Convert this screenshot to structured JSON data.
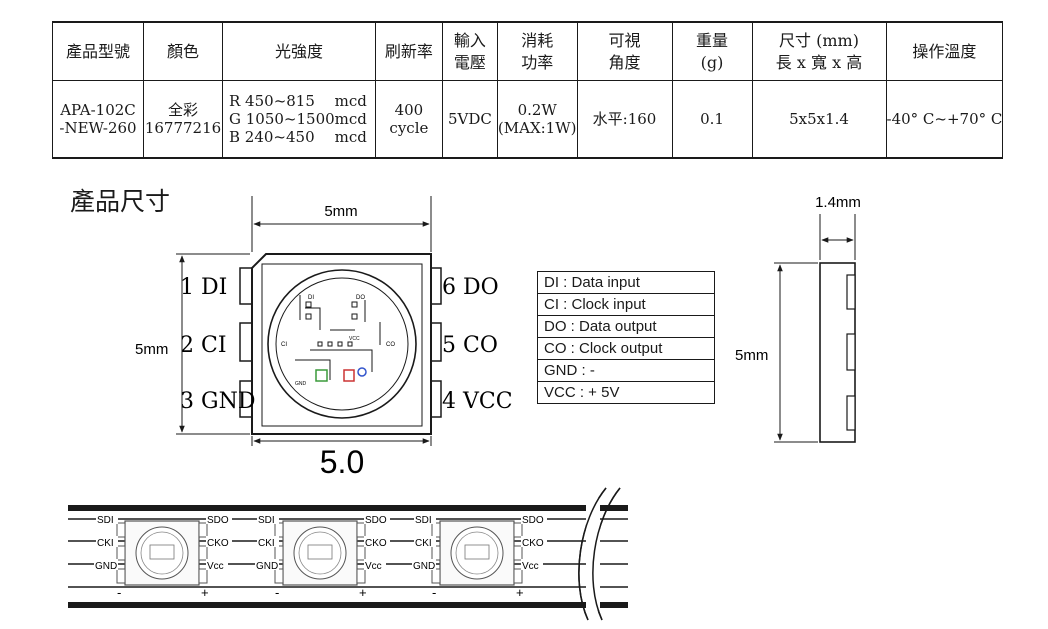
{
  "table": {
    "headers": [
      [
        "產品型號"
      ],
      [
        "顏色"
      ],
      [
        "光強度"
      ],
      [
        "刷新率"
      ],
      [
        "輸入",
        "電壓"
      ],
      [
        "消耗",
        "功率"
      ],
      [
        "可視",
        "角度"
      ],
      [
        "重量",
        "(g)"
      ],
      [
        "尺寸 (mm)",
        "長 x 寬 x 高"
      ],
      [
        "操作溫度"
      ]
    ],
    "model": [
      "APA-102C",
      "-NEW-260"
    ],
    "color": [
      "全彩",
      "16777216"
    ],
    "intensity": [
      {
        "label": "R 450~815",
        "unit": "mcd"
      },
      {
        "label": "G 1050~1500",
        "unit": "mcd"
      },
      {
        "label": "B 240~450",
        "unit": "mcd"
      }
    ],
    "refresh": [
      "400",
      "cycle"
    ],
    "voltage": "5VDC",
    "power": [
      "0.2W",
      "(MAX:1W)"
    ],
    "angle": "水平:160",
    "weight": "0.1",
    "size": "5x5x1.4",
    "temperature": "-40° C~+70° C"
  },
  "section_title": "產品尺寸",
  "dimensions": {
    "top_width": "5mm",
    "left_height": "5mm",
    "bottom_width": "5.0",
    "side_thickness": "1.4mm",
    "side_height": "5mm"
  },
  "pins": {
    "left": [
      "1 DI",
      "2 CI",
      "3 GND"
    ],
    "right": [
      "6 DO",
      "5 CO",
      "4 VCC"
    ]
  },
  "chip_labels": {
    "di": "DI",
    "do": "DO",
    "ci": "CI",
    "co": "CO",
    "gnd": "GND",
    "vcc": "VCC"
  },
  "legend": [
    "DI   : Data input",
    "CI   : Clock input",
    "DO : Data output",
    "CO : Clock output",
    "GND : -",
    "VCC : + 5V"
  ],
  "strip": {
    "left_labels": [
      "SDI",
      "CKI",
      "GND"
    ],
    "right_labels": [
      "SDO",
      "CKO",
      "Vcc"
    ],
    "minus": "-",
    "plus": "+"
  },
  "colors": {
    "line": "#1a1a1a",
    "chip_fill": "#fafafa",
    "chip_border": "#555555",
    "led_green": "#3a9a3a",
    "led_red": "#cc3333",
    "led_blue": "#3355cc"
  }
}
